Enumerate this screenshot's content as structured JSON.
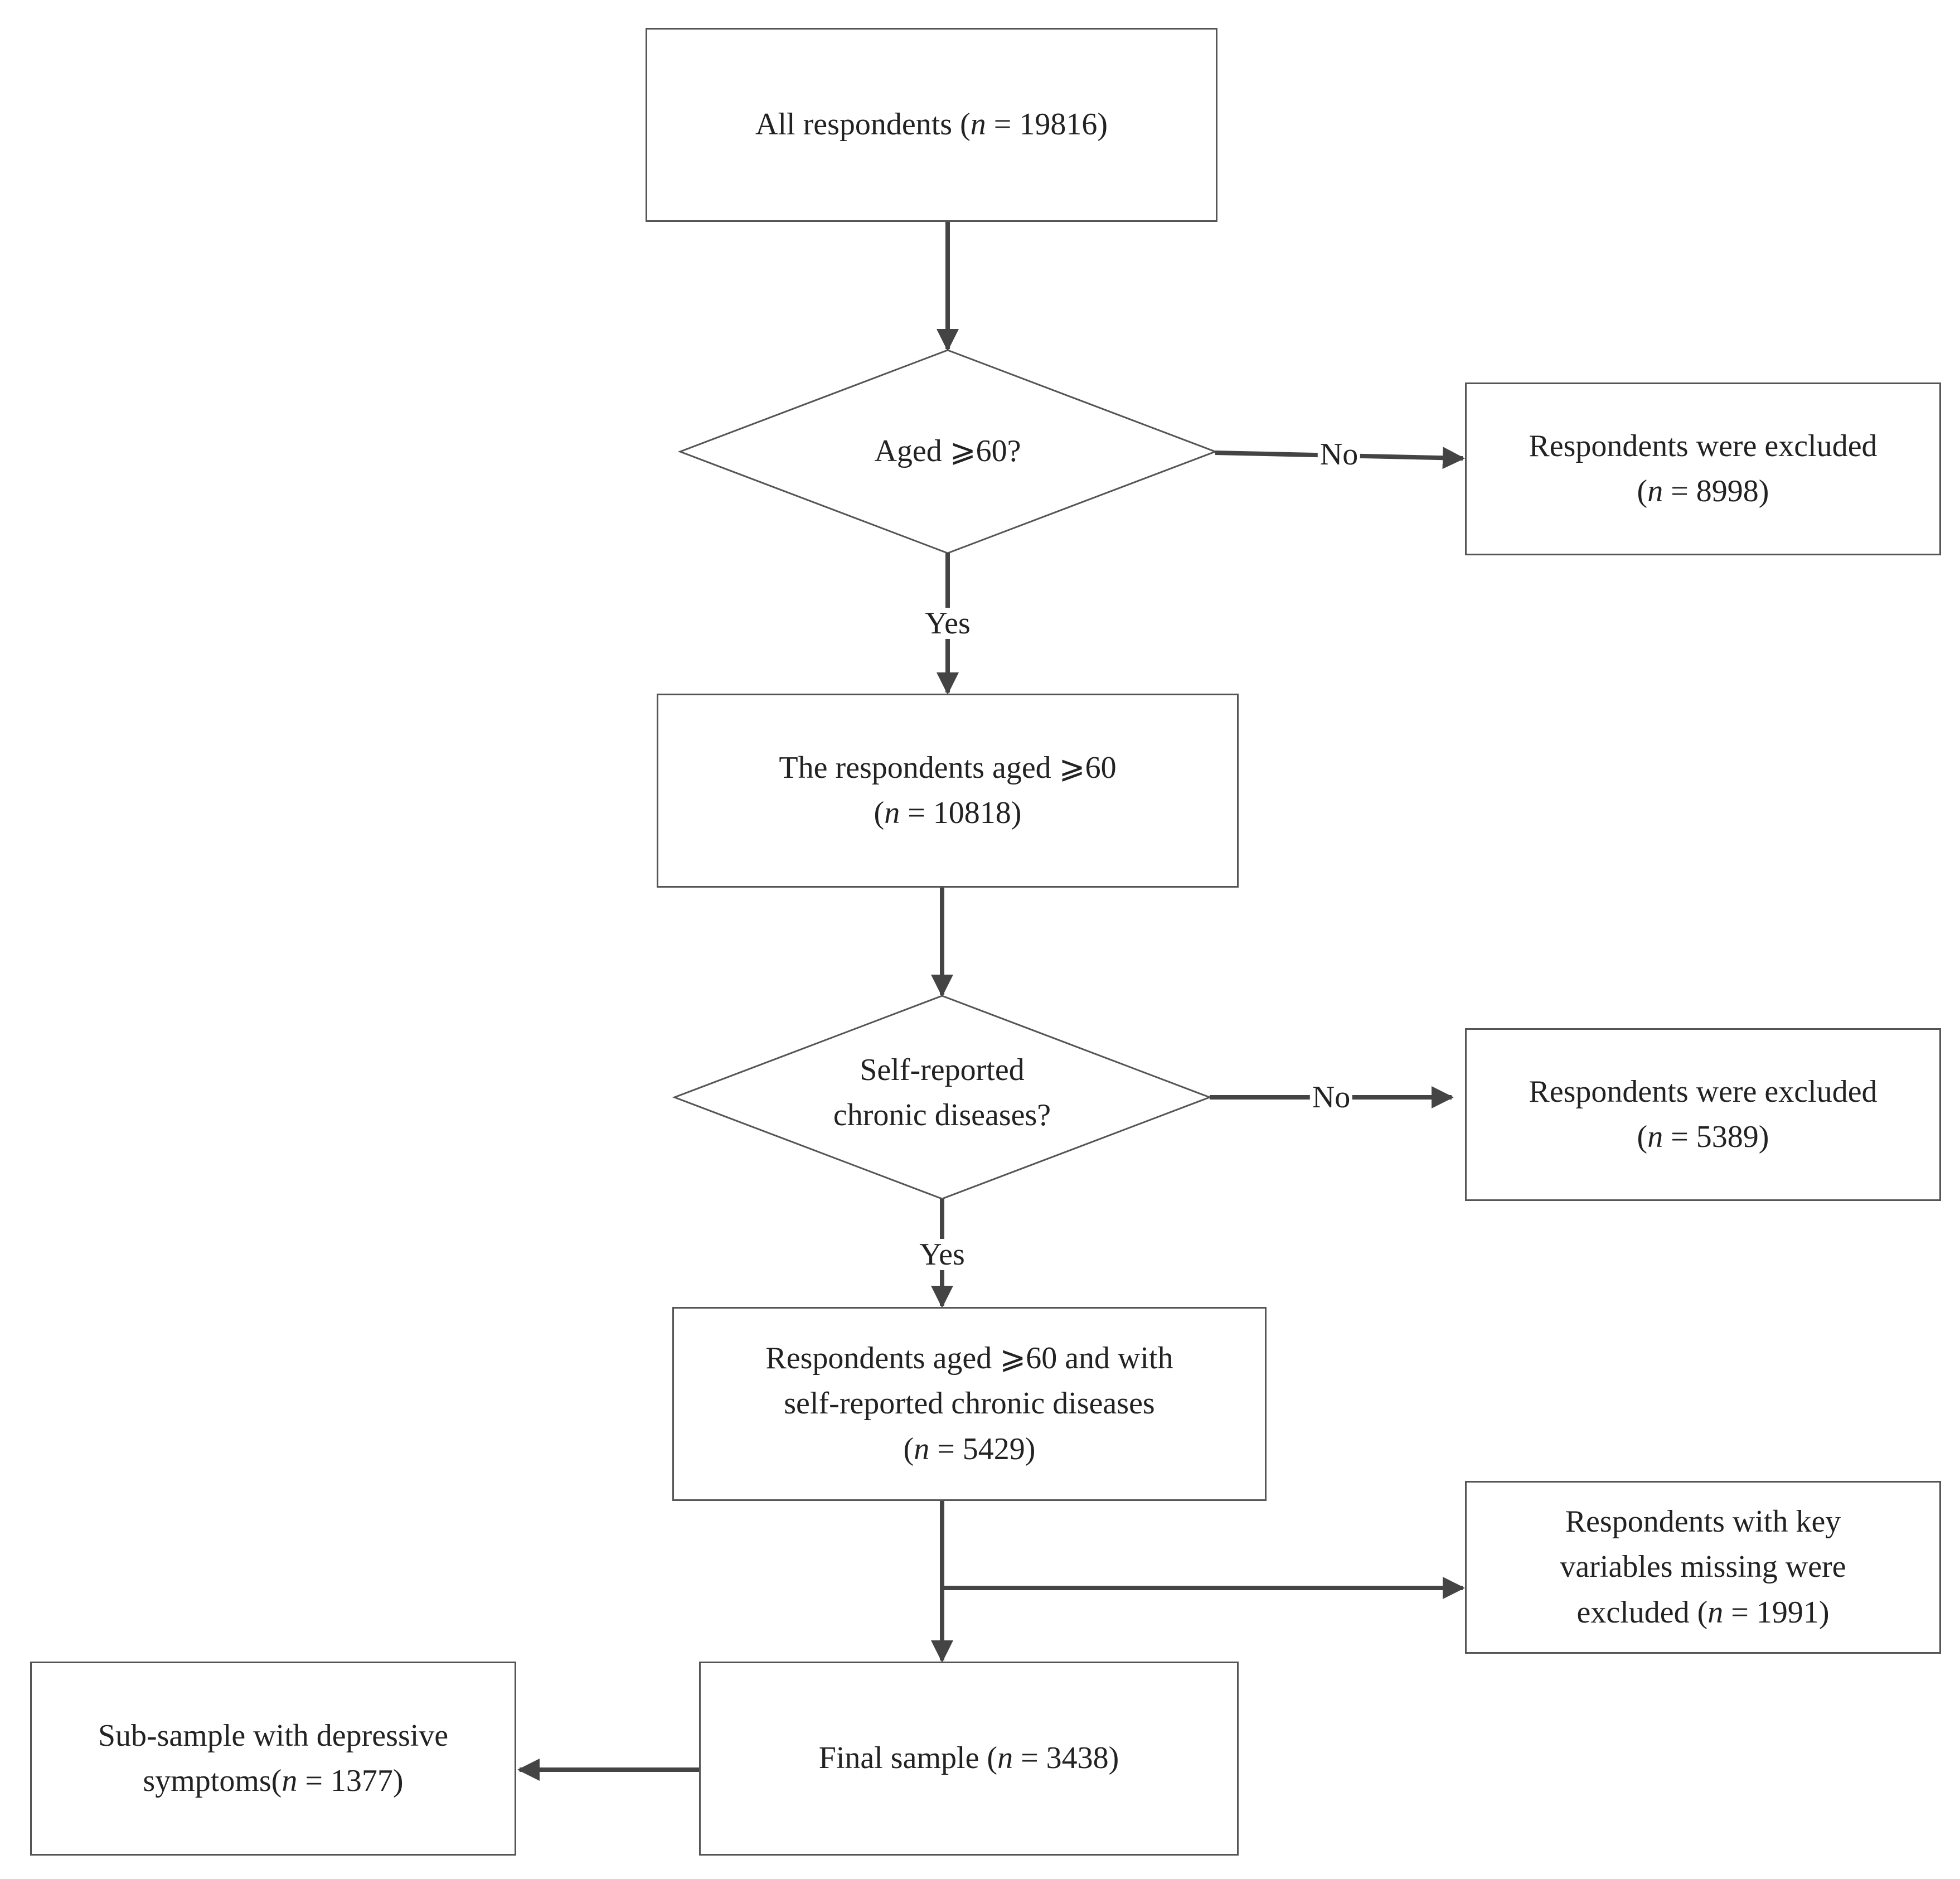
{
  "nodes": {
    "all_respondents": {
      "text": "All respondents (",
      "n_label": "n",
      "n_rest": " = 19816)"
    },
    "aged_question": {
      "line1": "Aged ⩾60?"
    },
    "excluded_age": {
      "line1": "Respondents were excluded",
      "line2_open": "(",
      "n_label": "n",
      "n_rest": " = 8998)"
    },
    "aged_60": {
      "line1": "The respondents aged ⩾60",
      "line2_open": "(",
      "n_label": "n",
      "n_rest": " = 10818)"
    },
    "chronic_question": {
      "line1": "Self-reported",
      "line2": "chronic diseases?"
    },
    "excluded_chronic": {
      "line1": "Respondents were excluded",
      "line2_open": "(",
      "n_label": "n",
      "n_rest": " = 5389)"
    },
    "aged_chronic": {
      "line1": "Respondents aged ⩾60 and with",
      "line2": "self-reported  chronic diseases",
      "line3_open": "(",
      "n_label": "n",
      "n_rest": " = 5429)"
    },
    "excluded_missing": {
      "line1": "Respondents with key",
      "line2": "variables missing were",
      "line3_pre": "excluded (",
      "n_label": "n",
      "n_rest": " = 1991)"
    },
    "final_sample": {
      "text": "Final sample (",
      "n_label": "n",
      "n_rest": " = 3438)"
    },
    "sub_sample": {
      "line1": "Sub-sample with depressive",
      "line2_pre": "symptoms(",
      "n_label": "n",
      "n_rest": " = 1377)"
    }
  },
  "edges": {
    "no_label": "No",
    "yes_label": "Yes"
  },
  "colors": {
    "line": "#444444",
    "border": "#555555",
    "text": "#222222"
  }
}
